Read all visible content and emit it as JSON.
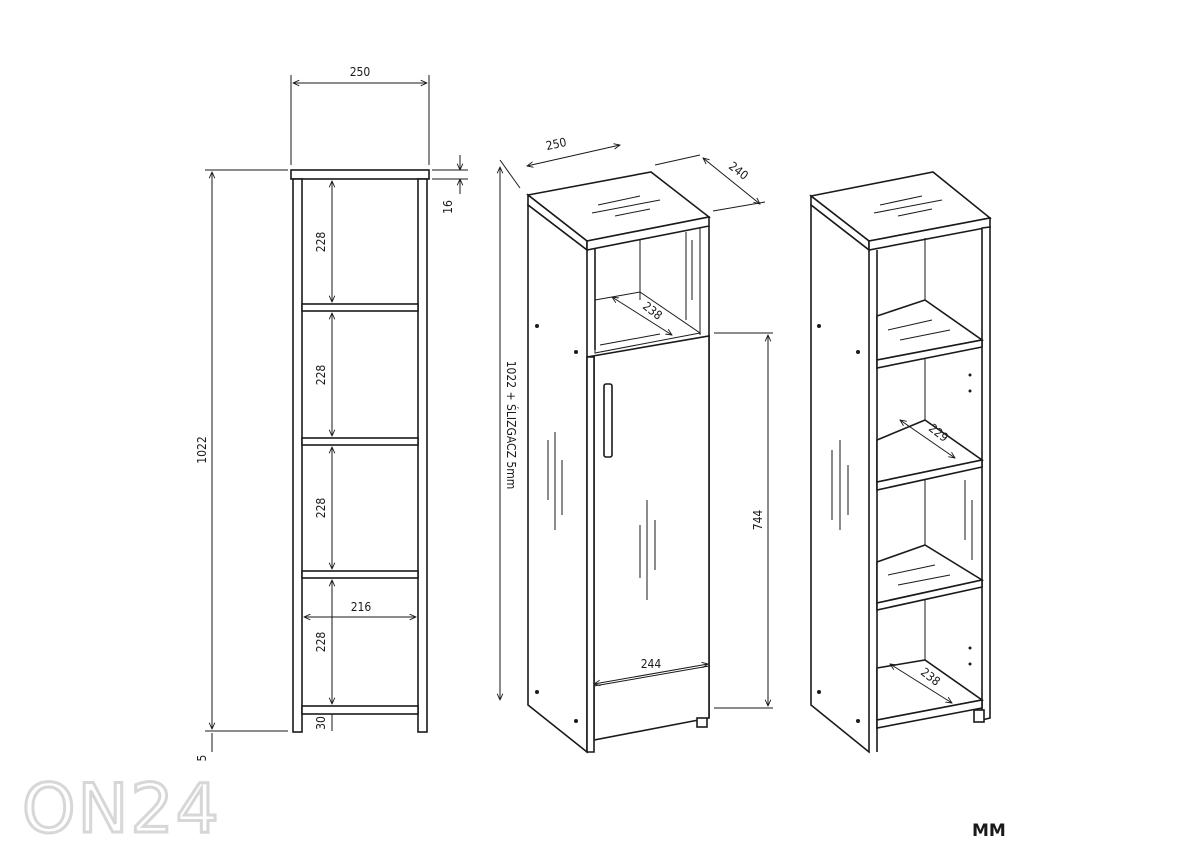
{
  "logo": "ON24",
  "unit": "MM",
  "front_view": {
    "width_label": "250",
    "top_thickness_label": "16",
    "height_label": "1022",
    "foot_label": "5",
    "shelf_gap_labels": [
      "228",
      "228",
      "228",
      "228"
    ],
    "inner_width_label": "216",
    "bottom_gap_label": "30"
  },
  "closed_view": {
    "width_label": "250",
    "depth_label": "240",
    "niche_depth_label": "238",
    "height_label": "1022 + ŚLIZGACZ 5mm",
    "door_height_label": "744",
    "door_width_label": "244"
  },
  "open_view": {
    "shelf_depth_label": "229",
    "bottom_depth_label": "238"
  }
}
